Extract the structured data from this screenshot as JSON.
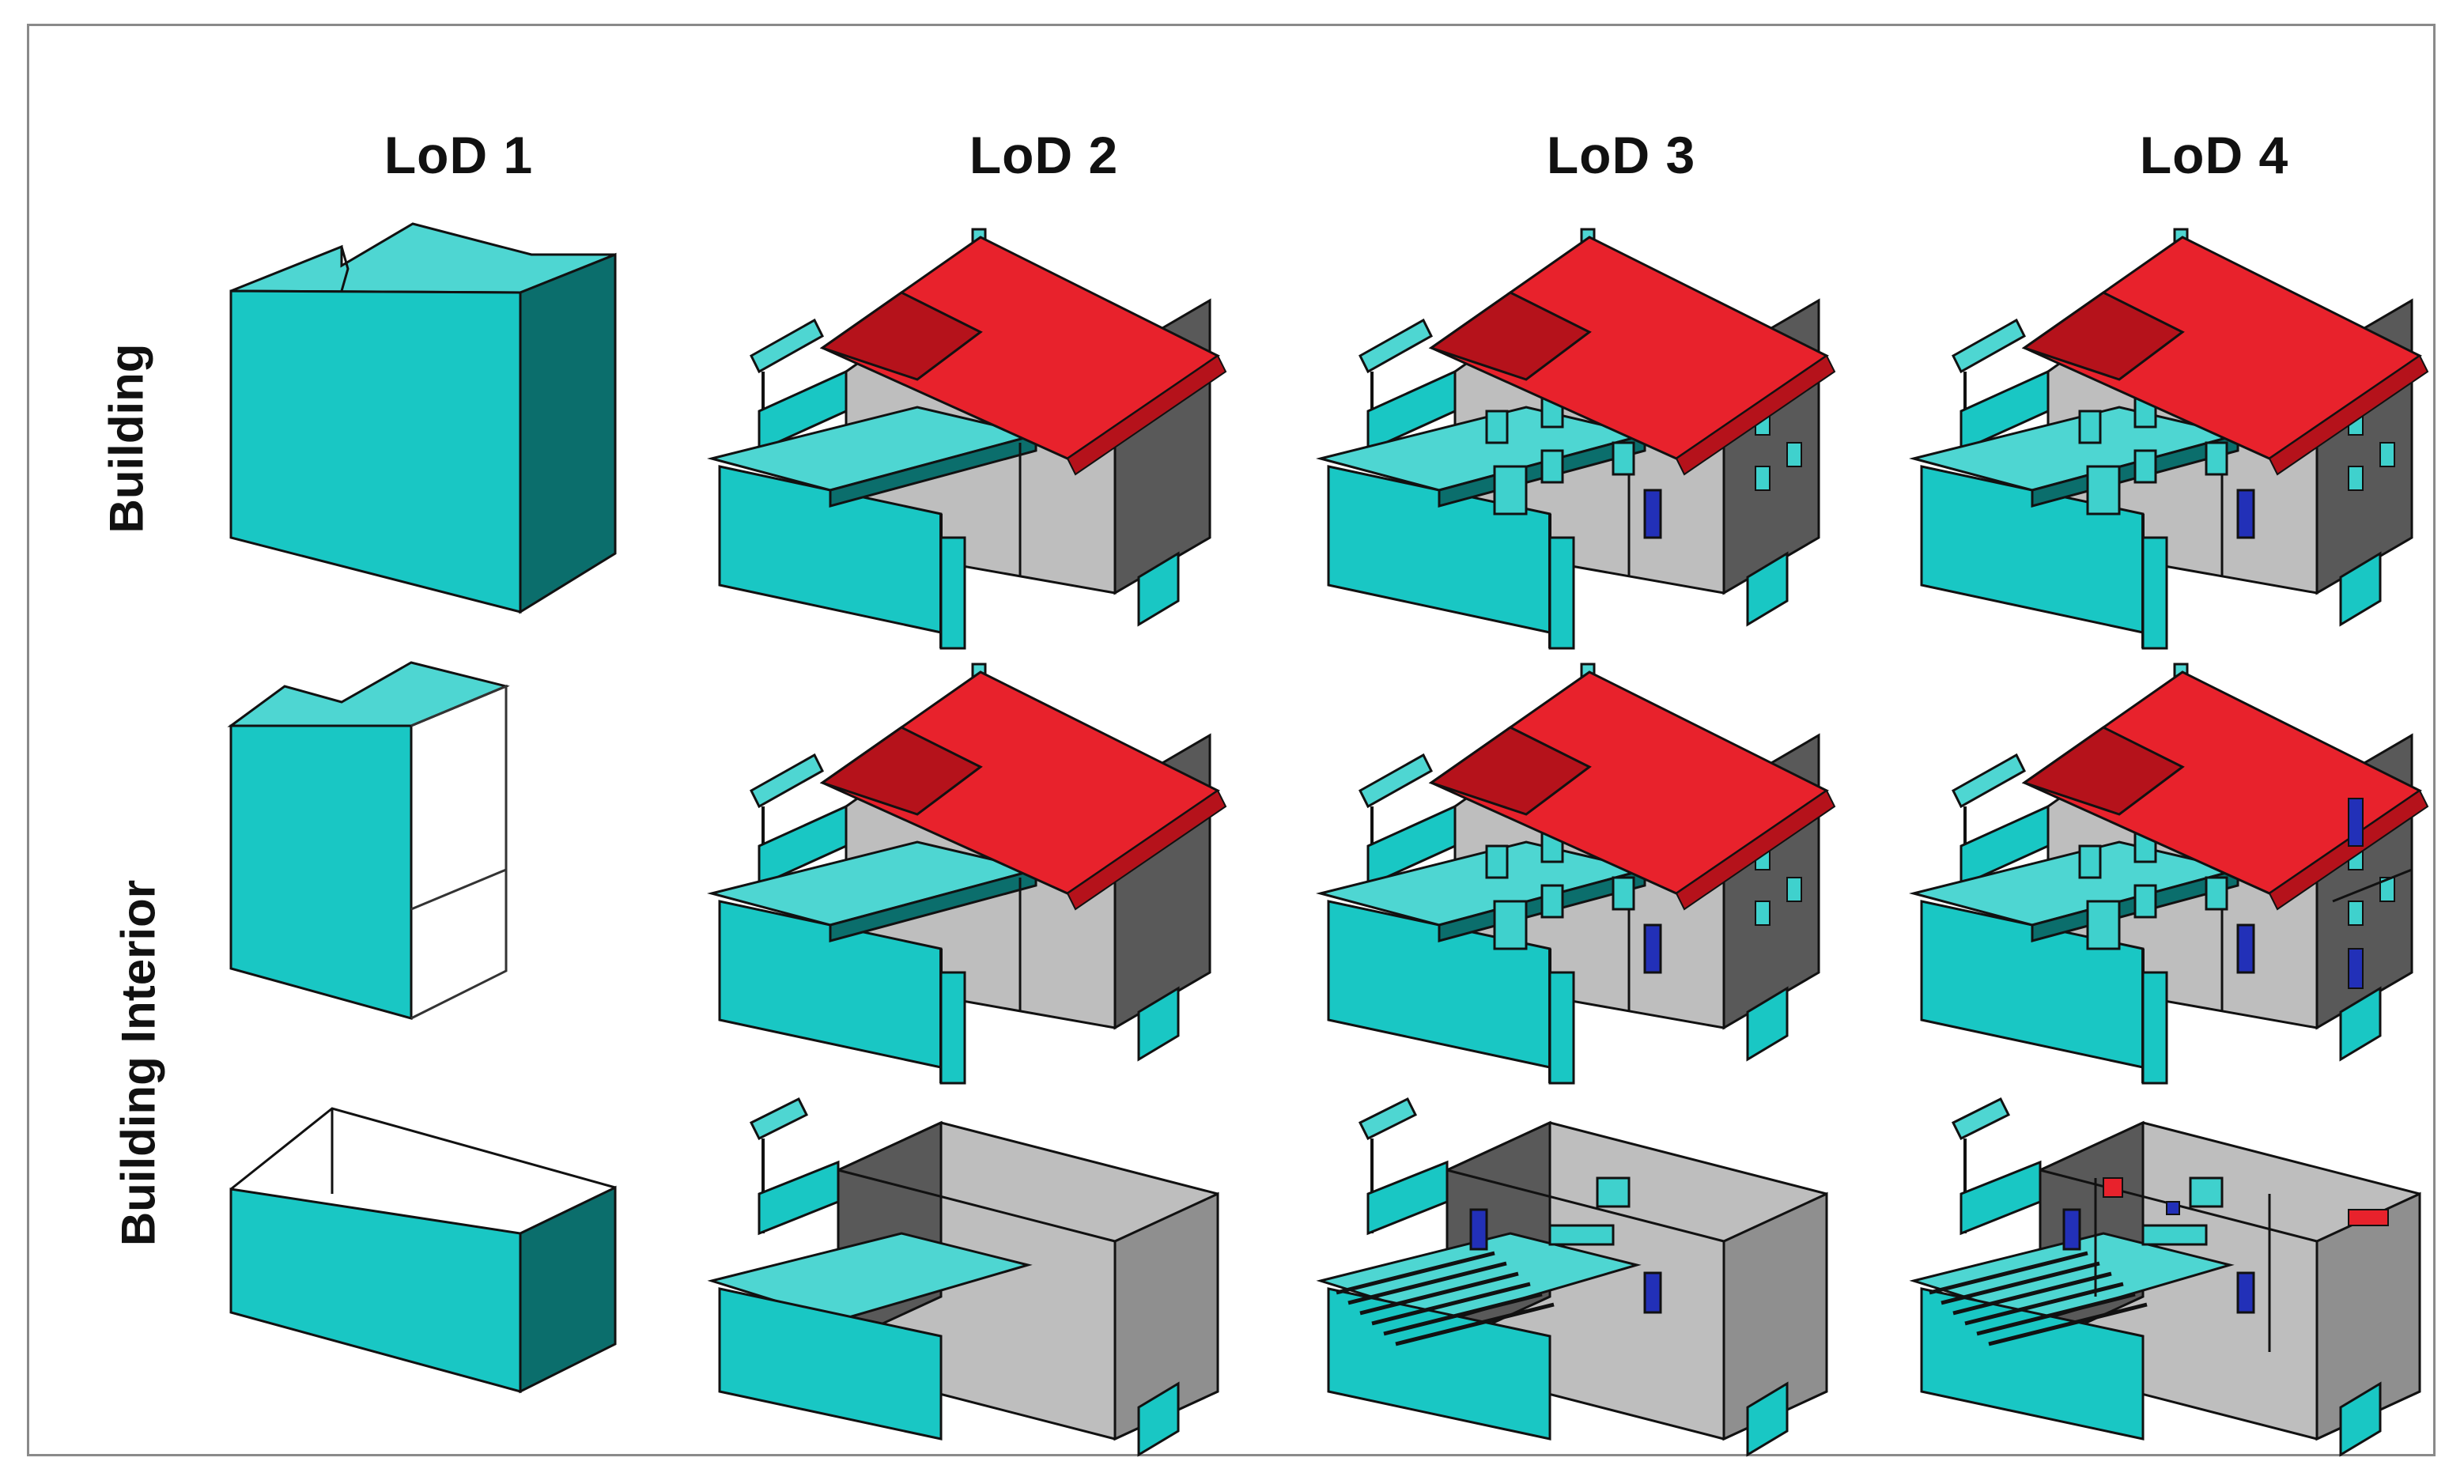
{
  "columns": [
    "LoD 1",
    "LoD 2",
    "LoD 3",
    "LoD 4"
  ],
  "rows": [
    "Building",
    "Building Interior"
  ],
  "colors": {
    "cyan_front": "#19c7c4",
    "cyan_top": "#4ed6d2",
    "cyan_side": "#0b6e6c",
    "roof": "#e8222c",
    "roof_dark": "#b5121b",
    "wall": "#bebebe",
    "wall_dark": "#595959",
    "window": "#3fd1cd",
    "door": "#2230b8",
    "outline": "#111111"
  }
}
